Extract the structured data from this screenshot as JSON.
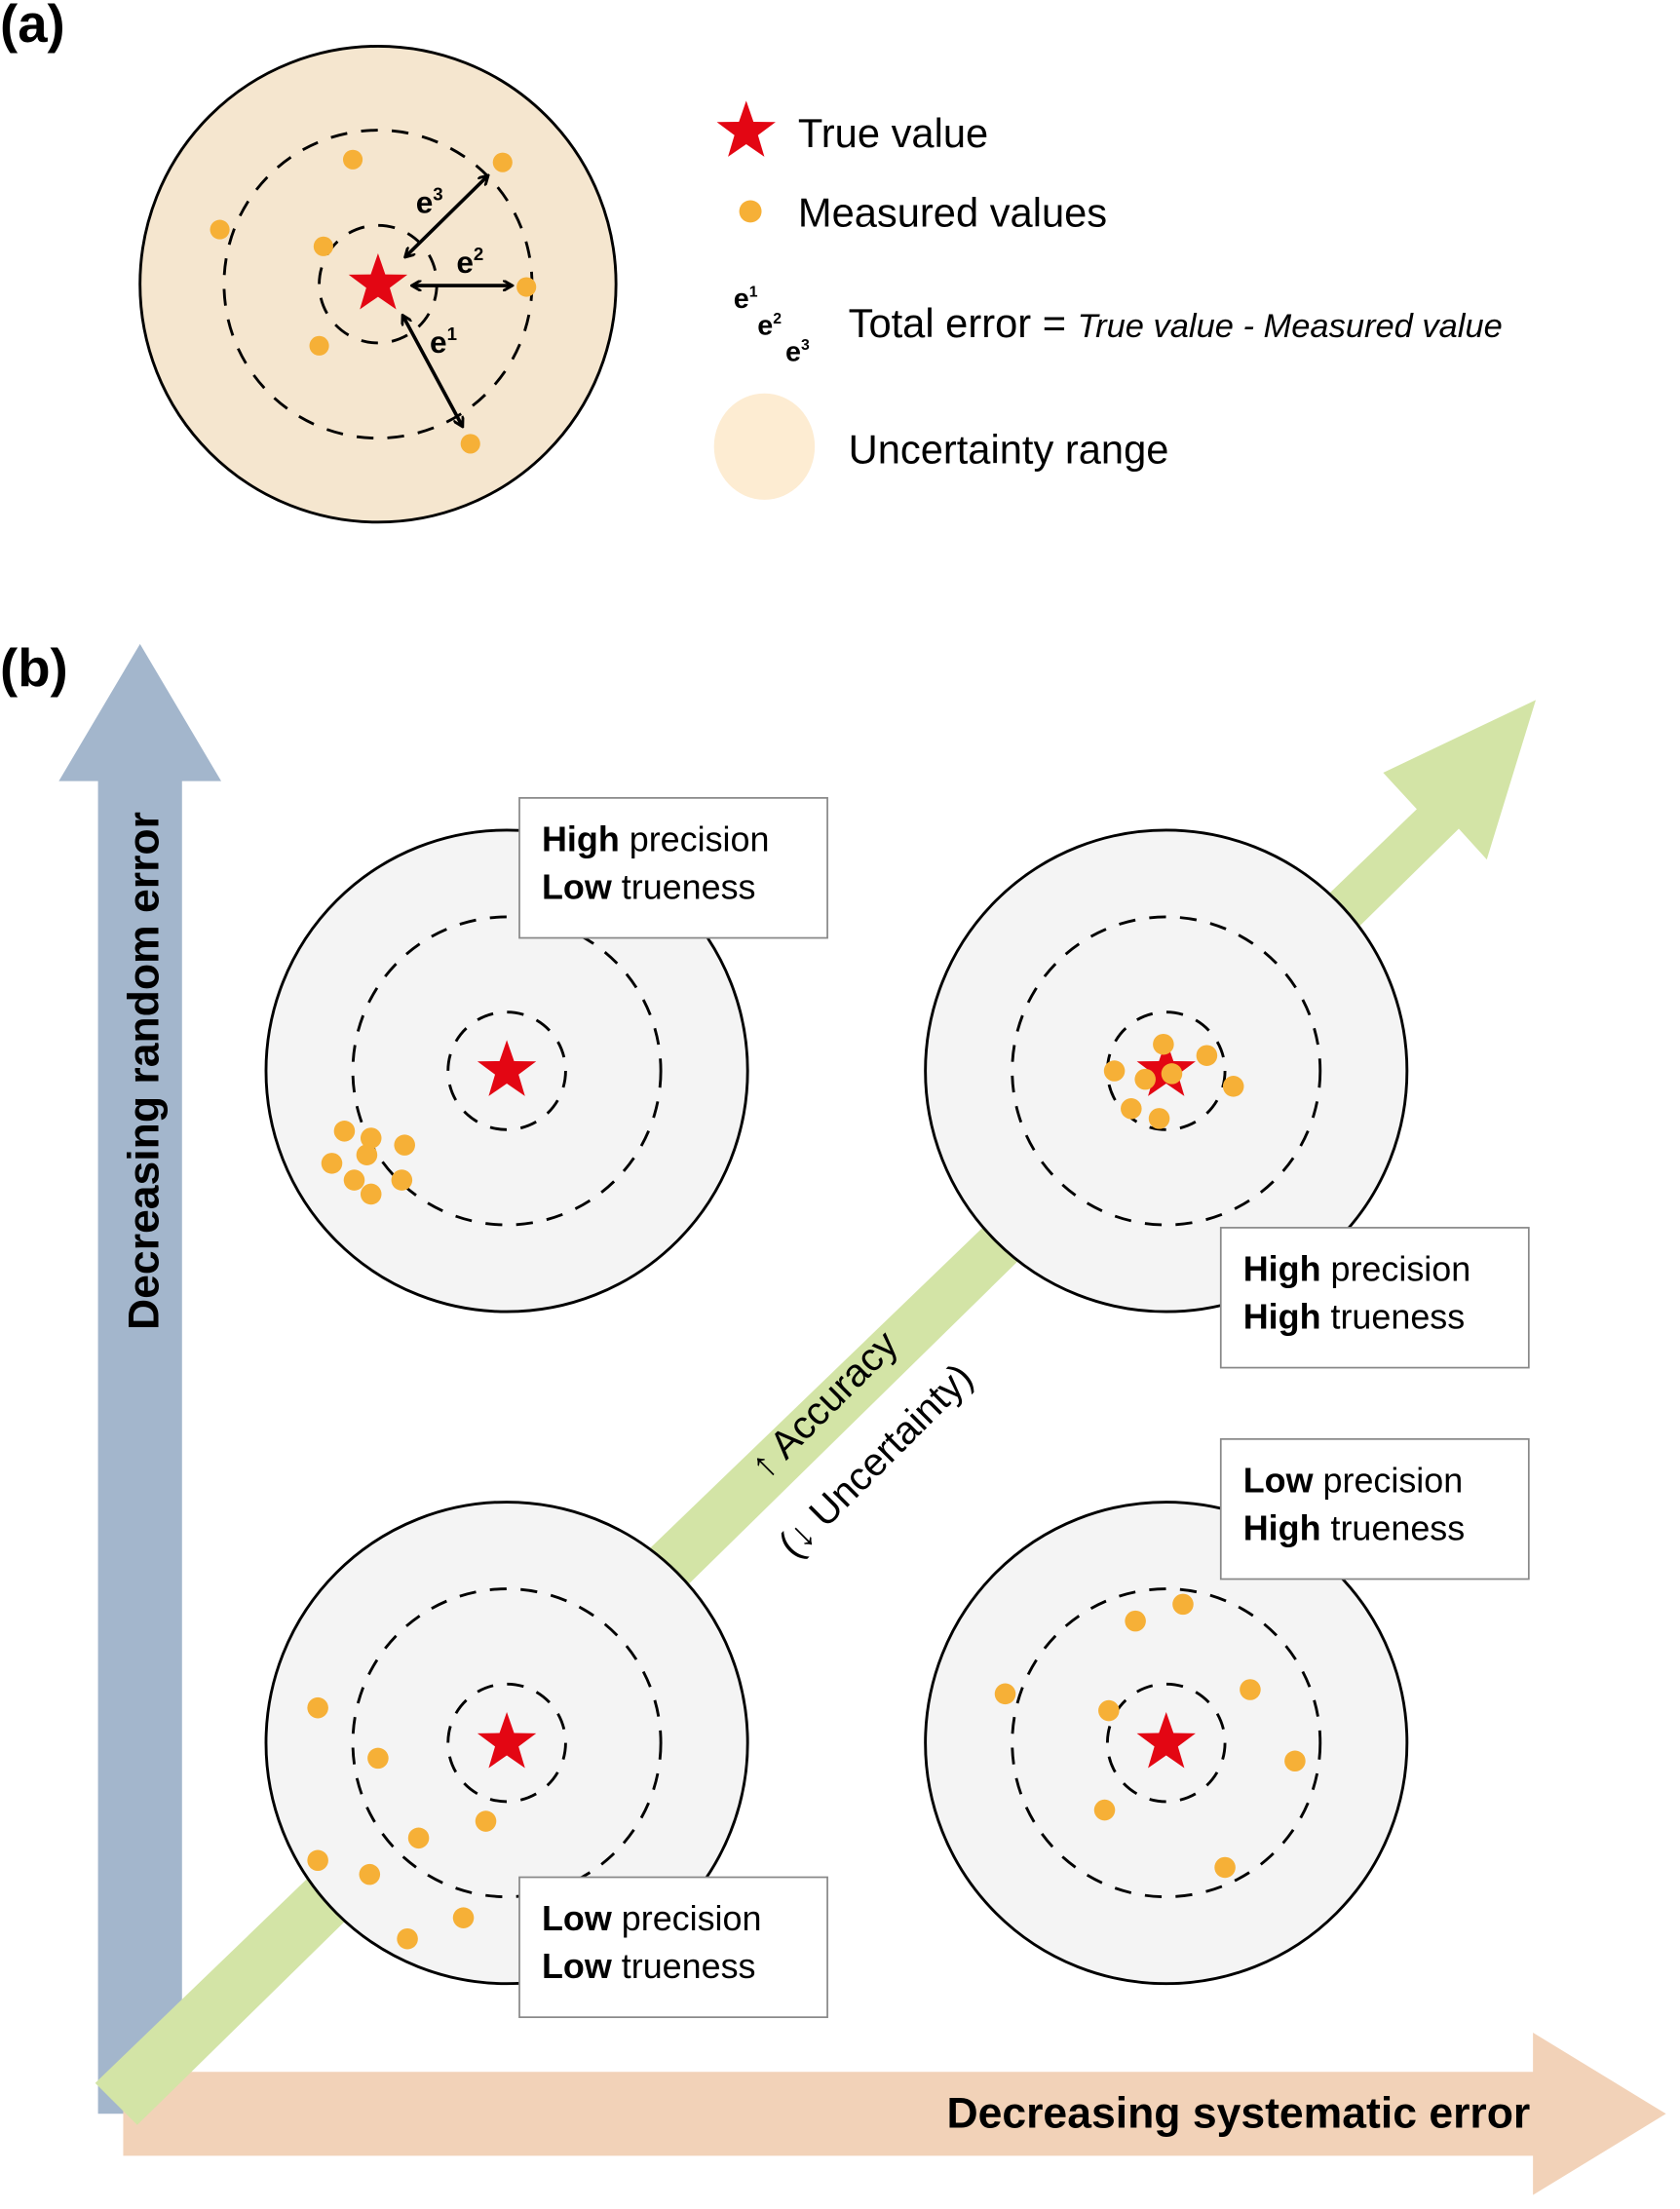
{
  "panel_a": {
    "label": "(a)",
    "legend": {
      "true_value": "True value",
      "measured_values": "Measured values",
      "error_symbols": [
        "e",
        "e",
        "e"
      ],
      "error_sups": [
        "1",
        "2",
        "3"
      ],
      "total_error_prefix": "Total error = ",
      "total_error_formula": "True value - Measured value",
      "uncertainty": "Uncertainty range"
    },
    "arrows": [
      {
        "label": "e",
        "sup": "3"
      },
      {
        "label": "e",
        "sup": "2"
      },
      {
        "label": "e",
        "sup": "1"
      }
    ]
  },
  "panel_b": {
    "label": "(b)",
    "y_axis": "Decreasing random error",
    "x_axis": "Decreasing systematic error",
    "diagonal_1": "↑ Accuracy",
    "diagonal_2": "(↓ Uncertainty)",
    "targets": [
      {
        "id": "tl",
        "bold1": "High",
        "rest1": " precision",
        "bold2": "Low",
        "rest2": " trueness"
      },
      {
        "id": "tr",
        "bold1": "High",
        "rest1": " precision",
        "bold2": "High",
        "rest2": " trueness"
      },
      {
        "id": "bl",
        "bold1": "Low",
        "rest1": " precision",
        "bold2": "Low",
        "rest2": " trueness"
      },
      {
        "id": "br",
        "bold1": "Low",
        "rest1": " precision",
        "bold2": "High",
        "rest2": " trueness"
      }
    ]
  },
  "colors": {
    "star": "#e30613",
    "dot": "#f6b037",
    "uncertainty": "#f5e6cf",
    "target": "#f4f4f4",
    "blue_arrow": "#a3b6cc",
    "green_arrow": "#d3e4a6",
    "peach_arrow": "#f2d2b8"
  }
}
